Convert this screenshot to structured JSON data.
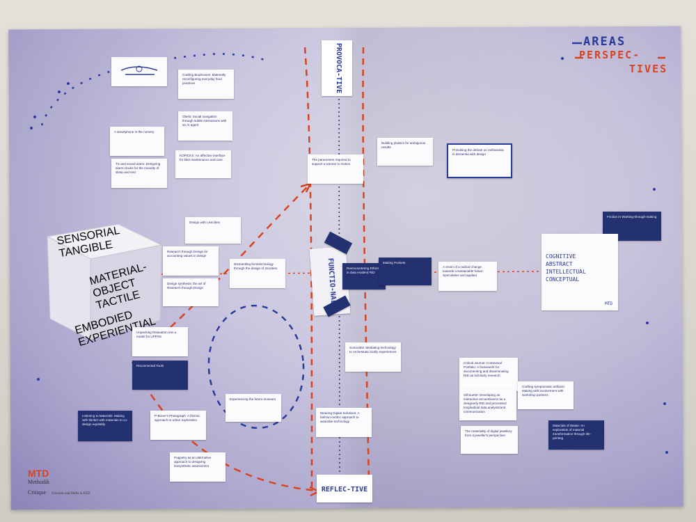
{
  "legend": {
    "areas": "AREAS",
    "perspectives_1": "PERSPEC-",
    "perspectives_2": "TIVES"
  },
  "axis_labels": {
    "provocative": "PROVOCA-TIVE",
    "functional": "FUNCTIO-NAL",
    "reflective": "REFLEC-TIVE"
  },
  "cube": {
    "top": "SENSORIAL TANGIBLE",
    "right": "MATERIAL-OBJECT TACTILE",
    "bottom": "EMBODIED EXPERIENTIAL"
  },
  "side_board": {
    "lines": [
      "COGNITIVE",
      "ABSTRACT",
      "INTELLECTUAL",
      "CONCEPTUAL"
    ],
    "signature": "MTD"
  },
  "notes": [
    {
      "text": "Crafting Biophonies: Materially reconfiguring everyday food practices"
    },
    {
      "text": "Obelo: Social navigation through subtle interactions with an AI agent"
    },
    {
      "text": "A smartphone in the nursery"
    },
    {
      "text": "KOPICKS: An affective interface for bike maintenance and care"
    },
    {
      "text": "TS and sound alarm: Designing alarm clocks for the morality of sleep and rest"
    },
    {
      "text": "The parameters required to support a woman in motion"
    },
    {
      "text": "Building plastics for ambiguous results"
    },
    {
      "text": "Provoking the debate on euthanasia in dementia with design"
    },
    {
      "text": "Design with Lexicities"
    },
    {
      "text": "Research through Design for accounting values in design"
    },
    {
      "text": "Dismantling feminist biology through the design of stoicities"
    },
    {
      "text": "Design synthesis: the art of Research through Design"
    },
    {
      "text": "Reencountering Ethics in data enabled RtD"
    },
    {
      "text": "Making Pockets"
    },
    {
      "text": "A vision of a radical change towards a sustainable future: Speculative and applied"
    },
    {
      "text": "Friction in Working-through-making"
    },
    {
      "text": "Unpacking Relaxation into a model for UPPSS"
    },
    {
      "text": "Reconnected Tools"
    },
    {
      "text": "Soma Bits: Mediating technology to orchestrate bodily experiences"
    },
    {
      "text": "Critical Journal: Contextual Portfolio: A framework for documenting and disseminating RtD as scholarly research"
    },
    {
      "text": "Crafting symptomatic artifacts: Making with involvement with workshop partners"
    },
    {
      "text": "Silhouette: Developing an interactive encumbrance as a designerly RtD and processed longitudinal data analysis/and communication"
    },
    {
      "text": "Experiencing the future museum"
    },
    {
      "text": "Wearing Digital Solutions: A fashion-centric approach to wearable technology"
    },
    {
      "text": "Listening to Materials: Making with thinker with materials to co-design equitably"
    },
    {
      "text": "P-Boxer's Photograph: A filmmic approach to urban exploration"
    },
    {
      "text": "The materiality of digital jewellery from a jeweller's perspective"
    },
    {
      "text": "Materials of Waste: An exploration of material transformation through 3D-printing"
    },
    {
      "text": "Puppetry as an alternative approach to designing biosynthetic assessment"
    }
  ],
  "logo": {
    "mark": "MTD",
    "line1": "Methodik",
    "line2": "Critique",
    "tagline": "Frictions and Shifts in RTD"
  },
  "colors": {
    "ink_blue": "#2a3a9a",
    "ink_red": "#d8431f",
    "note_dark": "#243170"
  }
}
